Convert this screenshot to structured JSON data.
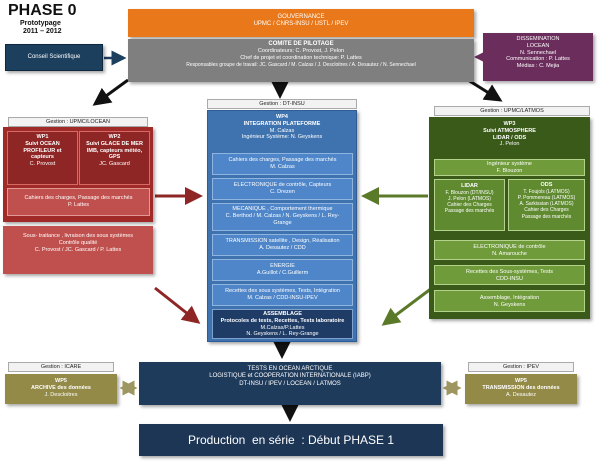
{
  "header": {
    "title": "PHASE 0",
    "subtitle": "Prototypage",
    "years": "2011 – 2012"
  },
  "gouvernance": {
    "title": "GOUVERNANCE",
    "members": "UPMC / CNRS-INSU / USTL / IPEV"
  },
  "comite": {
    "title": "COMITE DE PILOTAGE",
    "line1": "Coordinateurs: C. Provost, J. Pelon",
    "line2": "Chef de projet et coordination technique: P. Lattes",
    "line3": "Responsables groupe de travail: JC. Gascard / M. Calzas / J. Descloitres / A. Desautez / N. Sennechael"
  },
  "conseil": {
    "label": "Conseil Scientifique"
  },
  "dissemination": {
    "title": "DISSEMINATION",
    "org": "LOCEAN",
    "person": "N. Sennechael",
    "communication": "Communication : P. Lattes",
    "medias": "Médias : C. Mejia"
  },
  "gestion": {
    "left": "Gestion : UPMC/LOCEAN",
    "middle": "Gestion : DT-INSU",
    "right": "Gestion : UPMC/LATMOS",
    "icare": "Gestion : ICARE",
    "ipev": "Gestion : IPEV"
  },
  "wp1": {
    "title": "WP1",
    "line1": "Suivi OCEAN",
    "line2": "PROFILEUR et",
    "line3": "capteurs",
    "person": "C. Provost"
  },
  "wp2": {
    "title": "WP2",
    "line1": "Suivi GLACE DE MER",
    "line2": "IMB, capteurs météo,",
    "line3": "GPS",
    "person": "JC. Gascard"
  },
  "left_cahier": {
    "line1": "Cahiers des charges, Passage des marchés",
    "line2": "P. Lattes"
  },
  "soustraitance": {
    "line1": "Sous- traitance , livraison des sous systèmes",
    "line2": "Contrôle qualité",
    "line3": "C. Provost / JC. Gascard / P. Lattes"
  },
  "wp4": {
    "title": "WP4",
    "subtitle": "INTEGRATION PLATEFORME",
    "person": "M. Calzas",
    "engineer": "Ingénieur Système: N. Geyskens",
    "boxes": [
      {
        "line1": "Cahiers des charges, Passage des marchés",
        "line2": "M. Calzas",
        "line3": ""
      },
      {
        "line1": "ELECTRONIQUE de contrôle, Capteurs",
        "line2": "C. Drezen",
        "line3": ""
      },
      {
        "line1": "MECANIQUE , Comportement thermique",
        "line2": "C. Berthod / M. Calzas / N. Geyskens / L. Rey-",
        "line3": "Grange"
      },
      {
        "line1": "TRANSMISSION satellite , Design, Réalisation",
        "line2": "A. Desautez / CDD",
        "line3": ""
      },
      {
        "line1": "ENERGIE",
        "line2": "A.Guillot / C.Guillerm",
        "line3": ""
      },
      {
        "line1": "Recettes des sous systèmes, Tests, Intégration",
        "line2": "M. Calzas / CDD-INSU-IPEV",
        "line3": ""
      }
    ],
    "assemblage": {
      "title": "ASSEMBLAGE",
      "line1": "Protocoles de tests, Recettes, Tests laboratoire",
      "line2": "M.Calzas/P.Lattes",
      "line3": "N. Geyskens / L. Rey-Grange"
    }
  },
  "wp3": {
    "title": "WP3",
    "subtitle": "Suivi ATMOSPHERE",
    "subtitle2": "LIDAR / ODS",
    "person": "J. Pelon",
    "engineer": {
      "line1": "Ingénieur système",
      "line2": "F. Blouzon"
    },
    "lidar": {
      "title": "LIDAR",
      "line1": "F. Blouzon (DT/INSU)",
      "line2": "J. Pelon (LATMOS)",
      "line3": "Cahier des Charges",
      "line4": "Passage des marchés"
    },
    "ods": {
      "title": "ODS",
      "line1": "T. Foujols (LATMOS)",
      "line2": "P. Pommereau (LATMOS)",
      "line3": "A. Sarkissian (LATMOS)",
      "line4": "Cahier des Charges",
      "line5": "Passage des marchés"
    },
    "electronique": {
      "line1": "ELECTRONIQUE de contrôle",
      "line2": "N. Amarouche"
    },
    "recettes": {
      "line1": "Recettes des Sous-systèmes, Tests",
      "line2": "CDD-INSU"
    },
    "assemblage": {
      "line1": "Assemblage, Intégration",
      "line2": "N. Geyskens"
    }
  },
  "tests": {
    "line1": "TESTS EN OCEAN ARCTIQUE",
    "line2": "LOGISTIQUE et COOPERATION INTERNATIONALE (IABP)",
    "line3": "DT-INSU / IPEV / LOCEAN / LATMOS"
  },
  "wp5_left": {
    "title": "WP5",
    "line1": "ARCHIVE des données",
    "line2": "J. Descloitres"
  },
  "wp5_right": {
    "title": "WP5",
    "line1": "TRANSMISSION des données",
    "line2": "A. Desautez"
  },
  "production": {
    "label": "Production  en série  : Début PHASE 1"
  },
  "colors": {
    "gouvernance": "#e8781a",
    "comite": "#7f7f7f",
    "locean": "#a02a28",
    "dt_insu": "#3f73b0",
    "latmos": "#3a5a1a",
    "arctic": "#1f3b5c",
    "wp5": "#948a48",
    "dissemination": "#6b2d5c"
  }
}
